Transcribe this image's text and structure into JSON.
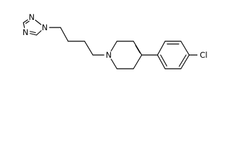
{
  "molecule": {
    "atoms": {
      "triazole_n1": "N",
      "triazole_n2": "N",
      "triazole_n4": "N",
      "ring_n": "N",
      "chlorine": "Cl"
    }
  },
  "colors": {
    "bond": "#000000",
    "label": "#000000",
    "background": "#ffffff"
  }
}
